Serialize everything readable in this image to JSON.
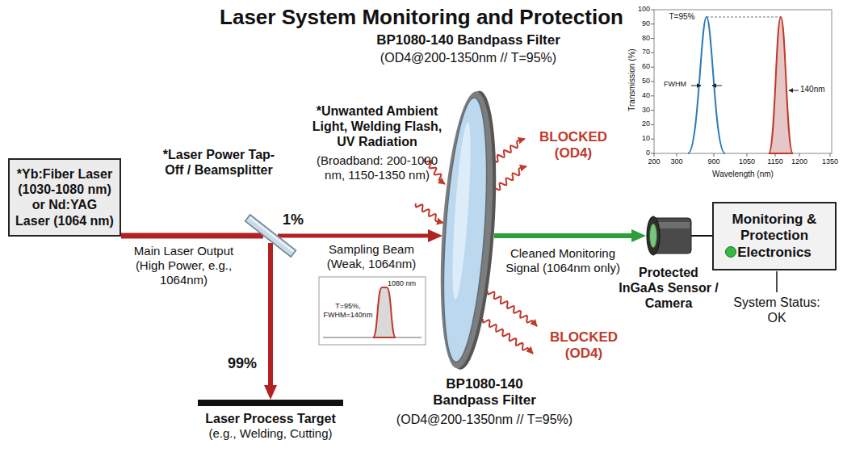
{
  "diagram": {
    "title": "Laser System Monitoring and Protection",
    "nodes": [
      {
        "text": [
          "*Yb:Fiber Laser (1030-1080 nm) or Nd:YAG Laser (1064 nm)"
        ]
      },
      {
        "text": [
          "*Laser Power Tap-Off / Beamsplitter"
        ]
      },
      {
        "text": [
          "Laser Process Target",
          "(e.g., Welding, Cutting)"
        ]
      },
      {
        "text": [
          "BP1080-140 Bandpass Filter",
          "(OD4@200-1350nm // T=95%)"
        ]
      },
      {
        "text": [
          "Protected InGaAs Sensor / Camera"
        ]
      },
      {
        "text": [
          "Monitoring & Protection Electronics"
        ]
      }
    ],
    "edges": [
      {
        "from": 0,
        "to": 1,
        "arrow": "none",
        "label": "Main Laser Output (High Power, e.g., 1064nm)"
      },
      {
        "from": 1,
        "to": 2,
        "arrow": "to"
      },
      {
        "from": 1,
        "to": 3,
        "arrow": "to",
        "label": "Sampling Beam (Weak, 1064nm)"
      },
      {
        "from": 3,
        "to": 4,
        "arrow": "to",
        "label": "Cleaned Monitoring Signal (1064nm only)"
      },
      {
        "from": 4,
        "to": 5,
        "arrow": "none"
      }
    ],
    "labels": [
      "1%",
      "99%",
      "*Unwanted Ambient Light, Welding Flash, UV Radiation",
      "(Broadband: 200-1000 nm, 1150-1350 nm)",
      "BLOCKED (OD4)",
      "BLOCKED (OD4)",
      "BP1080-140 Bandpass Filter",
      "(OD4@200-1350nm // T=95%)",
      "System Status: OK",
      "T=95%, FWHM=140nm",
      "1080 nm",
      "Transmission (%)",
      "Wavelength (nm)",
      "T=95%",
      "FWHM",
      "140nm",
      "100",
      "90",
      "80",
      "70",
      "60",
      "50",
      "40",
      "30",
      "20",
      "10",
      "0",
      "200",
      "300",
      "900",
      "1050",
      "1150",
      "1200",
      "1350"
    ]
  }
}
